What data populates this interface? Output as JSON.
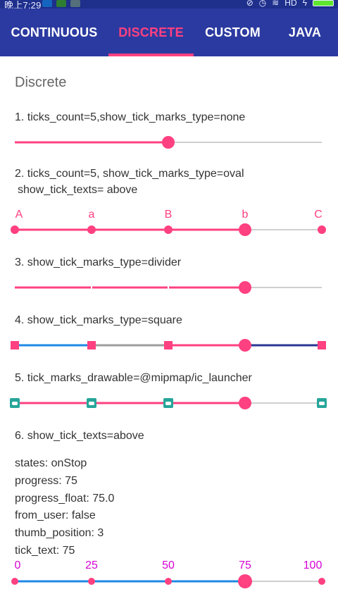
{
  "status": {
    "time": "晚上7:29",
    "network": "HD",
    "icon_colors": [
      "#1565c0",
      "#2e7d32",
      "#546e7a"
    ]
  },
  "tabs": [
    {
      "label": "CONTINUOUS",
      "active": false
    },
    {
      "label": "DISCRETE",
      "active": true
    },
    {
      "label": "CUSTOM",
      "active": false
    },
    {
      "label": "JAVA",
      "active": false
    }
  ],
  "heading": "Discrete",
  "colors": {
    "accent": "#ff4081",
    "appbar": "#2b3aa0",
    "track": "#cfcfcf",
    "blue": "#1e88e5",
    "gray": "#9e9e9e",
    "indigo": "#283593",
    "teal": "#26a69a",
    "magenta": "#d500d5"
  },
  "examples": [
    {
      "label": "1. ticks_count=5,show_tick_marks_type=none",
      "progress": 50,
      "ticks_count": 5,
      "tick_type": "none"
    },
    {
      "label_line1": "2. ticks_count=5, show_tick_marks_type=oval",
      "label_line2": "show_tick_texts= above",
      "progress": 75,
      "ticks_count": 5,
      "tick_type": "oval",
      "tick_texts": [
        "A",
        "a",
        "B",
        "b",
        "C"
      ]
    },
    {
      "label": "3. show_tick_marks_type=divider",
      "progress": 75,
      "ticks_count": 5,
      "tick_type": "divider"
    },
    {
      "label": "4. show_tick_marks_type=square",
      "progress": 75,
      "ticks_count": 5,
      "tick_type": "square",
      "section_colors": [
        "#1e88e5",
        "#9e9e9e",
        "#ff4081",
        "#283593"
      ]
    },
    {
      "label": "5. tick_marks_drawable=@mipmap/ic_launcher",
      "progress": 75,
      "ticks_count": 5,
      "tick_type": "drawable"
    },
    {
      "label": "6. show_tick_texts=above",
      "progress": 75,
      "ticks_count": 5,
      "tick_type": "oval",
      "tick_texts": [
        "0",
        "25",
        "50",
        "75",
        "100"
      ]
    }
  ],
  "info": {
    "states": "states: onStop",
    "progress": "progress: 75",
    "progress_float": "progress_float: 75.0",
    "from_user": "from_user: false",
    "thumb_position": "thumb_position: 3",
    "tick_text": "tick_text: 75"
  }
}
